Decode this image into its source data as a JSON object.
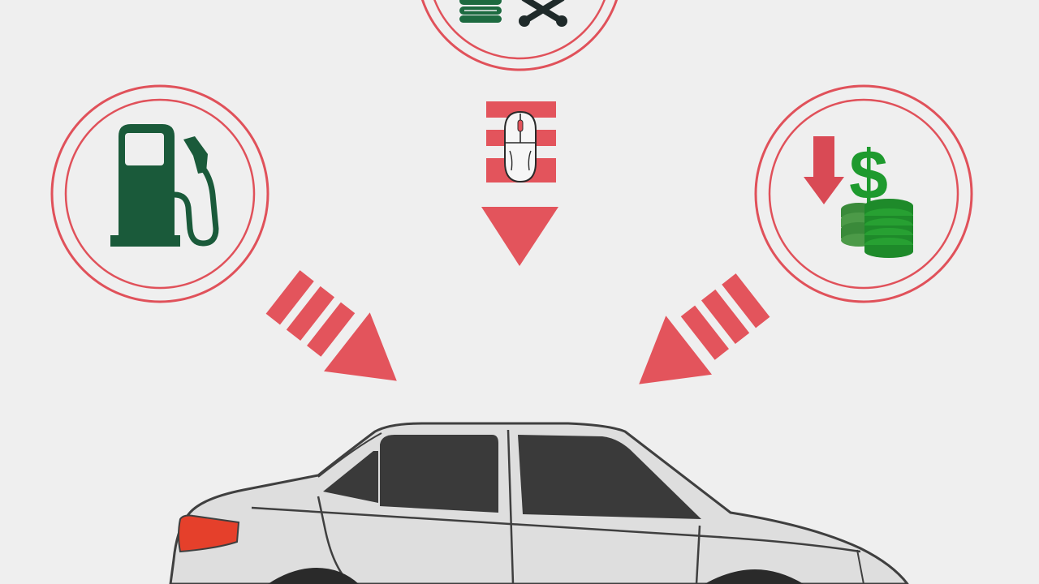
{
  "colors": {
    "background": "#efefef",
    "accent_red": "#e3545c",
    "ring_red": "#e0515a",
    "icon_green_dark": "#1d5a3c",
    "icon_green_bright": "#1e9a2e",
    "car_body": "#dedede",
    "car_outline": "#4a4a4a",
    "car_window": "#3a3a3a",
    "tail_light": "#e5402b"
  },
  "nodes": [
    {
      "id": "fuel",
      "icon": "fuel-pump-icon"
    },
    {
      "id": "maintenance",
      "icon": "coins-and-wrench-icon"
    },
    {
      "id": "savings",
      "icon": "coins-with-dollar-and-down-arrow-icon"
    }
  ],
  "center_indicator": {
    "icon": "computer-mouse-icon"
  },
  "target": {
    "icon": "sedan-car-icon"
  }
}
